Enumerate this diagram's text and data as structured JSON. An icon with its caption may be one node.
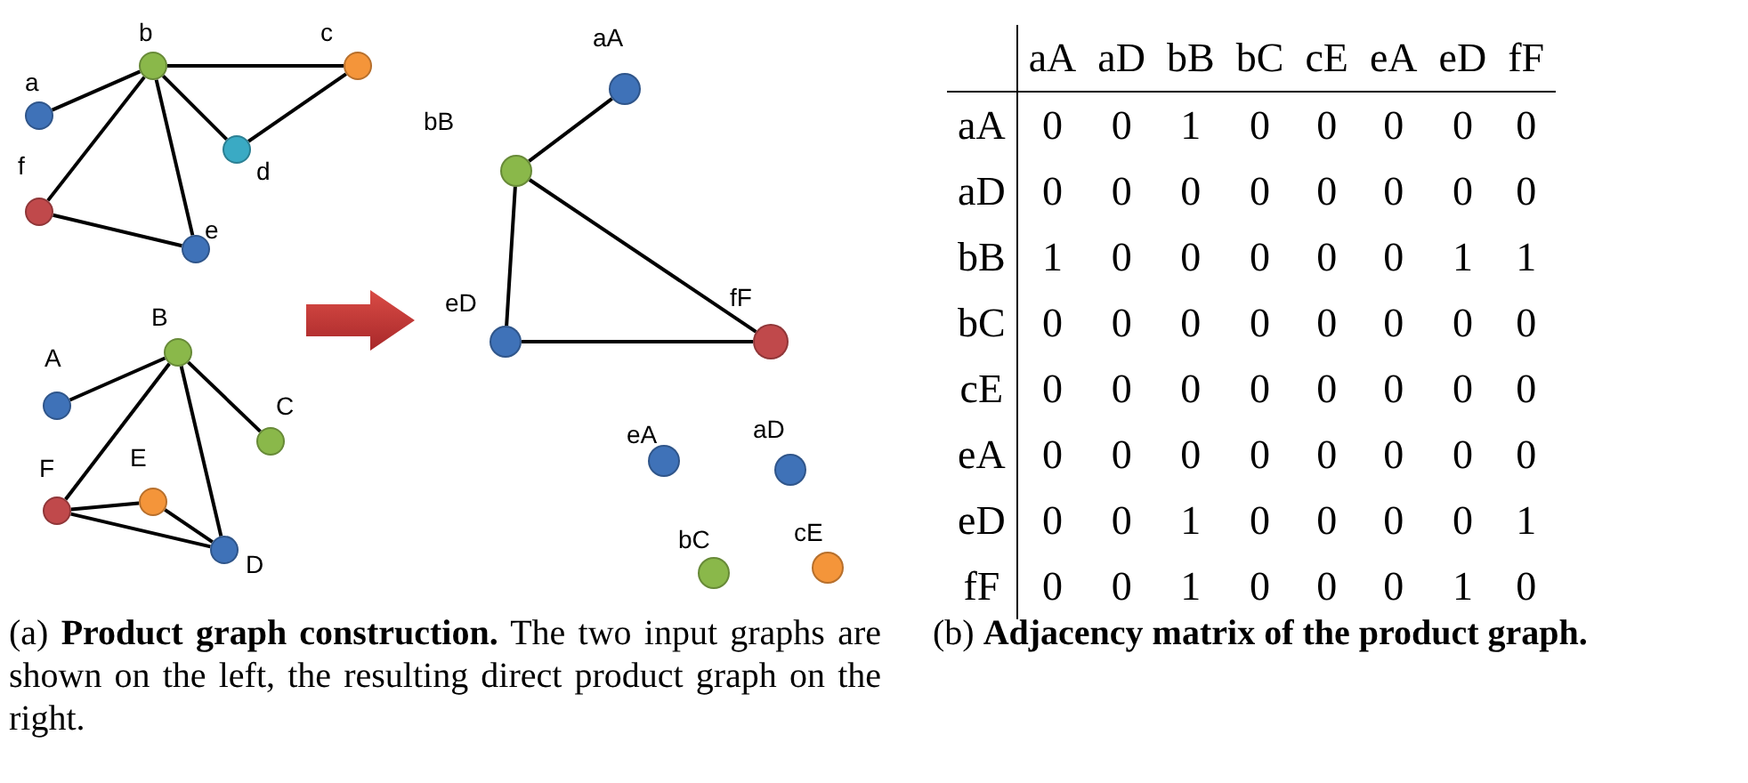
{
  "diagram": {
    "nodes": [
      {
        "text": [
          "a"
        ]
      },
      {
        "text": [
          "b"
        ]
      },
      {
        "text": [
          "c"
        ]
      },
      {
        "text": [
          "d"
        ]
      },
      {
        "text": [
          "e"
        ]
      },
      {
        "text": [
          "f"
        ]
      },
      {
        "text": [
          "A"
        ]
      },
      {
        "text": [
          "B"
        ]
      },
      {
        "text": [
          "C"
        ]
      },
      {
        "text": [
          "D"
        ]
      },
      {
        "text": [
          "E"
        ]
      },
      {
        "text": [
          "F"
        ]
      },
      {
        "text": [
          "aA"
        ]
      },
      {
        "text": [
          "bB"
        ]
      },
      {
        "text": [
          "eD"
        ]
      },
      {
        "text": [
          "fF"
        ]
      },
      {
        "text": [
          "eA"
        ]
      },
      {
        "text": [
          "aD"
        ]
      },
      {
        "text": [
          "bC"
        ]
      },
      {
        "text": [
          "cE"
        ]
      }
    ],
    "edges": [
      {
        "from": 1,
        "to": 0,
        "arrow": "none"
      },
      {
        "from": 1,
        "to": 2,
        "arrow": "none"
      },
      {
        "from": 1,
        "to": 3,
        "arrow": "none"
      },
      {
        "from": 1,
        "to": 5,
        "arrow": "none"
      },
      {
        "from": 1,
        "to": 4,
        "arrow": "none"
      },
      {
        "from": 2,
        "to": 3,
        "arrow": "none"
      },
      {
        "from": 5,
        "to": 4,
        "arrow": "none"
      },
      {
        "from": 7,
        "to": 6,
        "arrow": "none"
      },
      {
        "from": 7,
        "to": 8,
        "arrow": "none"
      },
      {
        "from": 7,
        "to": 11,
        "arrow": "none"
      },
      {
        "from": 7,
        "to": 9,
        "arrow": "none"
      },
      {
        "from": 11,
        "to": 10,
        "arrow": "none"
      },
      {
        "from": 11,
        "to": 9,
        "arrow": "none"
      },
      {
        "from": 10,
        "to": 9,
        "arrow": "none"
      },
      {
        "from": 13,
        "to": 12,
        "arrow": "none"
      },
      {
        "from": 13,
        "to": 14,
        "arrow": "none"
      },
      {
        "from": 13,
        "to": 15,
        "arrow": "none"
      },
      {
        "from": 14,
        "to": 15,
        "arrow": "none"
      }
    ],
    "labels": [
      "aA",
      "aD",
      "bB",
      "bC",
      "cE",
      "eA",
      "eD",
      "fF",
      "aA",
      "0",
      "0",
      "1",
      "0",
      "0",
      "0",
      "0",
      "0",
      "aD",
      "0",
      "0",
      "0",
      "0",
      "0",
      "0",
      "0",
      "0",
      "bB",
      "1",
      "0",
      "0",
      "0",
      "0",
      "0",
      "1",
      "1",
      "bC",
      "0",
      "0",
      "0",
      "0",
      "0",
      "0",
      "0",
      "0",
      "cE",
      "0",
      "0",
      "0",
      "0",
      "0",
      "0",
      "0",
      "0",
      "eA",
      "0",
      "0",
      "0",
      "0",
      "0",
      "0",
      "0",
      "0",
      "eD",
      "0",
      "0",
      "1",
      "0",
      "0",
      "0",
      "0",
      "1",
      "fF",
      "0",
      "0",
      "1",
      "0",
      "0",
      "0",
      "1",
      "0",
      "(a) **Product graph construction.** The two input graphs are shown on the left, the resulting direct product graph on the right.",
      "(b) **Adjacency matrix of the product graph.**"
    ]
  }
}
